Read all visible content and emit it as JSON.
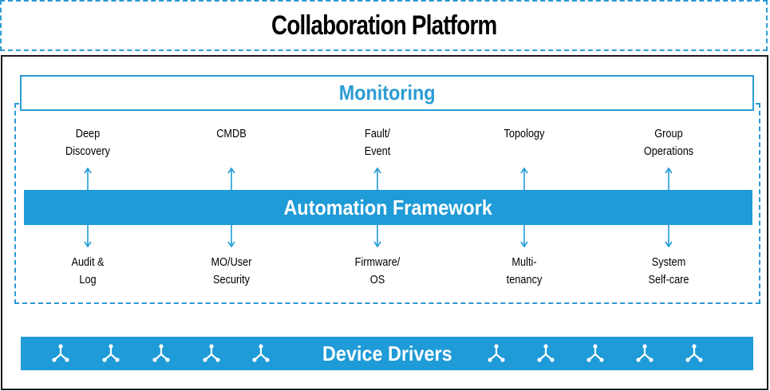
{
  "collaboration_platform": {
    "title": "Collaboration Platform"
  },
  "monitoring": {
    "title": "Monitoring"
  },
  "automation_framework": {
    "title": "Automation Framework"
  },
  "device_drivers": {
    "title": "Device Drivers",
    "icons_left": [
      "node-icon",
      "node-icon",
      "node-icon",
      "node-icon",
      "node-icon"
    ],
    "icons_right": [
      "node-icon",
      "node-icon",
      "node-icon",
      "node-icon",
      "node-icon"
    ]
  },
  "upper_modules": [
    {
      "line1": "Deep",
      "line2": "Discovery"
    },
    {
      "line1": "CMDB",
      "line2": ""
    },
    {
      "line1": "Fault/",
      "line2": "Event"
    },
    {
      "line1": "Topology",
      "line2": ""
    },
    {
      "line1": "Group",
      "line2": "Operations"
    }
  ],
  "lower_modules": [
    {
      "line1": "Audit &",
      "line2": "Log"
    },
    {
      "line1": "MO/User",
      "line2": "Security"
    },
    {
      "line1": "Firmware/",
      "line2": "OS"
    },
    {
      "line1": "Multi-",
      "line2": "tenancy"
    },
    {
      "line1": "System",
      "line2": "Self-care"
    }
  ],
  "colors": {
    "accent": "#1f9bd7",
    "frame": "#1a1a1a",
    "text": "#000000"
  }
}
